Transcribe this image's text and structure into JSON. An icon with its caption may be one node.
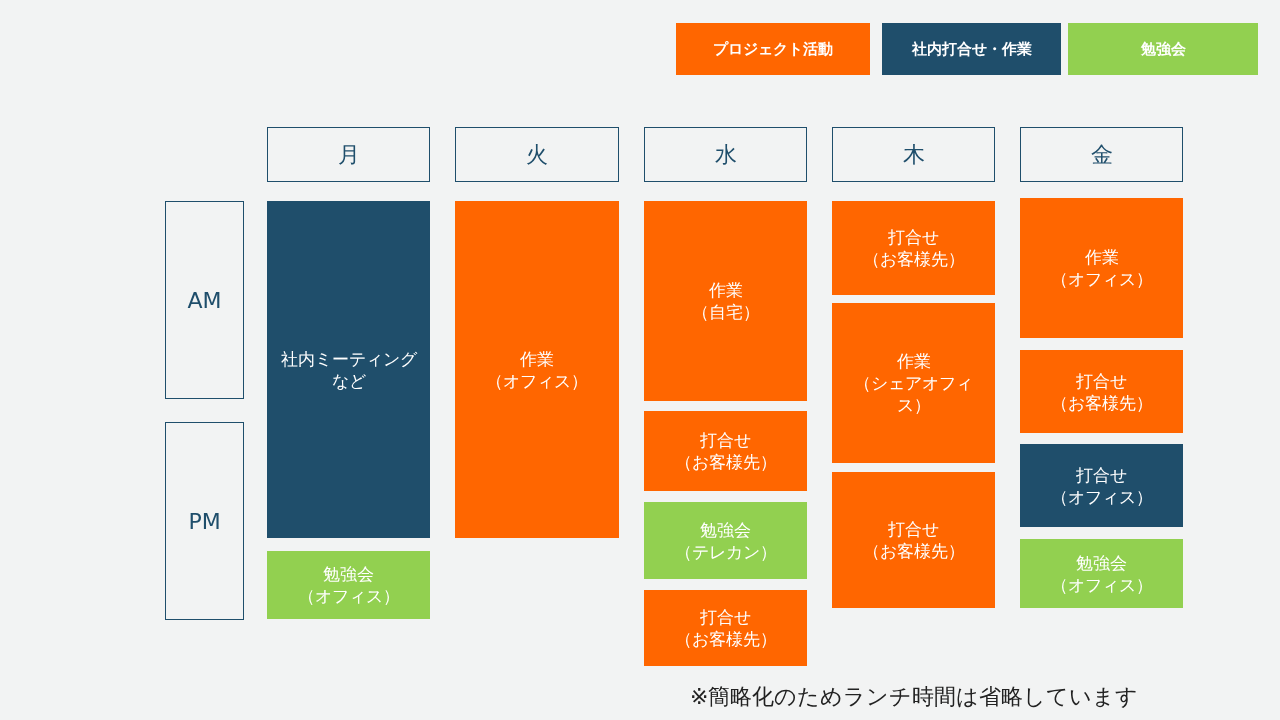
{
  "diagram": {
    "nodes": [
      {
        "text": [
          "月"
        ]
      },
      {
        "text": [
          "火"
        ]
      },
      {
        "text": [
          "水"
        ]
      },
      {
        "text": [
          "木"
        ]
      },
      {
        "text": [
          "金"
        ]
      },
      {
        "text": [
          "AM"
        ]
      },
      {
        "text": [
          "PM"
        ]
      },
      {
        "text": [
          "社内ミーティングなど"
        ]
      },
      {
        "text": [
          "勉強会",
          "（オフィス）"
        ]
      },
      {
        "text": [
          "作業",
          "（オフィス）"
        ]
      },
      {
        "text": [
          "作業",
          "（自宅）"
        ]
      },
      {
        "text": [
          "打合せ",
          "（お客様先）"
        ]
      },
      {
        "text": [
          "勉強会",
          "（テレカン）"
        ]
      },
      {
        "text": [
          "打合せ",
          "（お客様先）"
        ]
      },
      {
        "text": [
          "打合せ",
          "（お客様先）"
        ]
      },
      {
        "text": [
          "作業",
          "（シェアオフィス）"
        ]
      },
      {
        "text": [
          "打合せ",
          "（お客様先）"
        ]
      },
      {
        "text": [
          "作業",
          "（オフィス）"
        ]
      },
      {
        "text": [
          "打合せ",
          "（お客様先）"
        ]
      },
      {
        "text": [
          "打合せ",
          "（オフィス）"
        ]
      },
      {
        "text": [
          "勉強会",
          "（オフィス）"
        ]
      }
    ],
    "labels": [
      "※簡略化のためランチ時間は省略しています"
    ],
    "legend": [
      {
        "text": "プロジェクト活動",
        "color": "#ff6600"
      },
      {
        "text": "社内打合せ・作業",
        "color": "#1f4e6b"
      },
      {
        "text": "勉強会",
        "color": "#92d050"
      }
    ]
  }
}
